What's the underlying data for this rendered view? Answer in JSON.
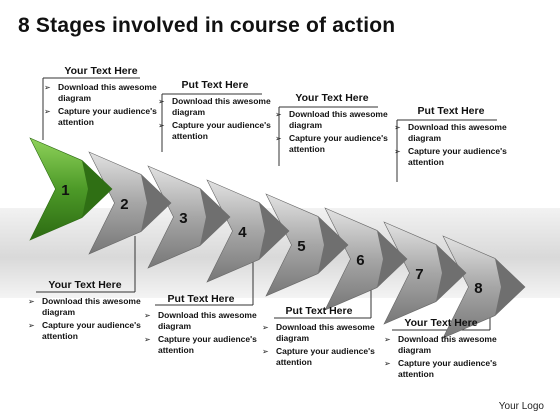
{
  "title": "8 Stages involved in course of action",
  "stages": [
    "1",
    "2",
    "3",
    "4",
    "5",
    "6",
    "7",
    "8"
  ],
  "colors": {
    "green": "#3f8a1f",
    "green_light": "#7cc04d",
    "gray": "#8c8c8c",
    "gray_light": "#d6d6d6"
  },
  "callouts": [
    {
      "head": "Your Text Here",
      "b1": "Download this awesome diagram",
      "b2": "Capture your audience's attention"
    },
    {
      "head": "Put Text Here",
      "b1": "Download this awesome diagram",
      "b2": "Capture your audience's attention"
    },
    {
      "head": "Your Text Here",
      "b1": "Download this awesome diagram",
      "b2": "Capture your audience's attention"
    },
    {
      "head": "Put Text Here",
      "b1": "Download this awesome diagram",
      "b2": "Capture your audience's attention"
    },
    {
      "head": "Your Text Here",
      "b1": "Download this awesome diagram",
      "b2": "Capture your audience's attention"
    },
    {
      "head": "Put Text Here",
      "b1": "Download this awesome diagram",
      "b2": "Capture your audience's attention"
    },
    {
      "head": "Put Text Here",
      "b1": "Download this awesome diagram",
      "b2": "Capture your audience's attention"
    },
    {
      "head": "Your Text Here",
      "b1": "Download this awesome diagram",
      "b2": "Capture your audience's attention"
    }
  ],
  "footer": "Your Logo"
}
